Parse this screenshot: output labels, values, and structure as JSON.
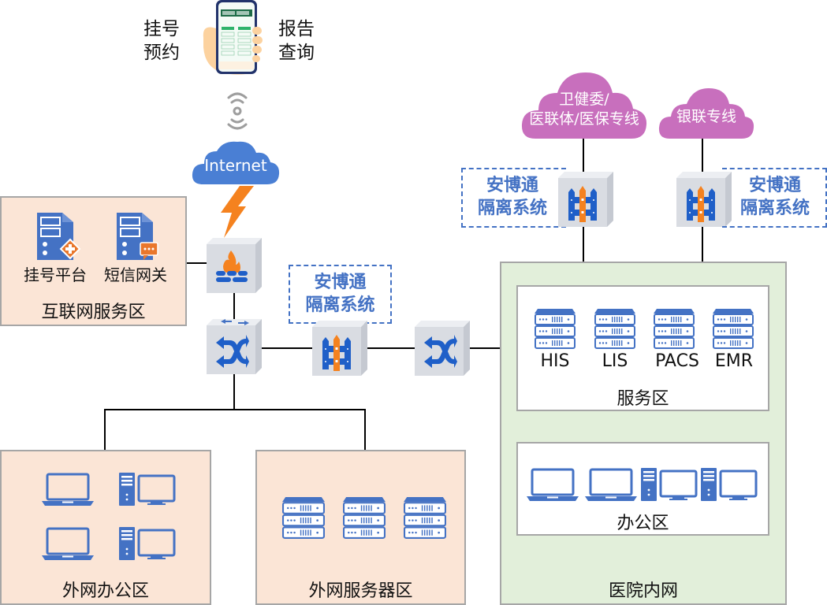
{
  "phone": {
    "left_label": [
      "挂号",
      "预约"
    ],
    "right_label": [
      "报告",
      "查询"
    ]
  },
  "clouds": {
    "internet": "Internet",
    "health": [
      "卫健委/",
      "医联体/医保专线"
    ],
    "unionpay": "银联专线"
  },
  "isolation_label": [
    "安博通",
    "隔离系统"
  ],
  "zones": {
    "internet_service": {
      "title": "互联网服务区",
      "items": [
        "挂号平台",
        "短信网关"
      ]
    },
    "external_office": {
      "title": "外网办公区"
    },
    "external_servers": {
      "title": "外网服务器区"
    },
    "hospital_intranet": {
      "title": "医院内网",
      "service": {
        "title": "服务区",
        "servers": [
          "HIS",
          "LIS",
          "PACS",
          "EMR"
        ]
      },
      "office": {
        "title": "办公区"
      }
    }
  },
  "colors": {
    "icon_blue": "#4472c4",
    "device_blue": "#1f5fc8",
    "accent_orange": "#f5821f",
    "cloud_blue": "#4a7fd4",
    "cloud_purple": "#c86fbd",
    "zone_peach": "#fbe5d6",
    "zone_green": "#e2efda",
    "zone_border": "#a6a6a6",
    "wifi_gray": "#9e9e9e"
  }
}
